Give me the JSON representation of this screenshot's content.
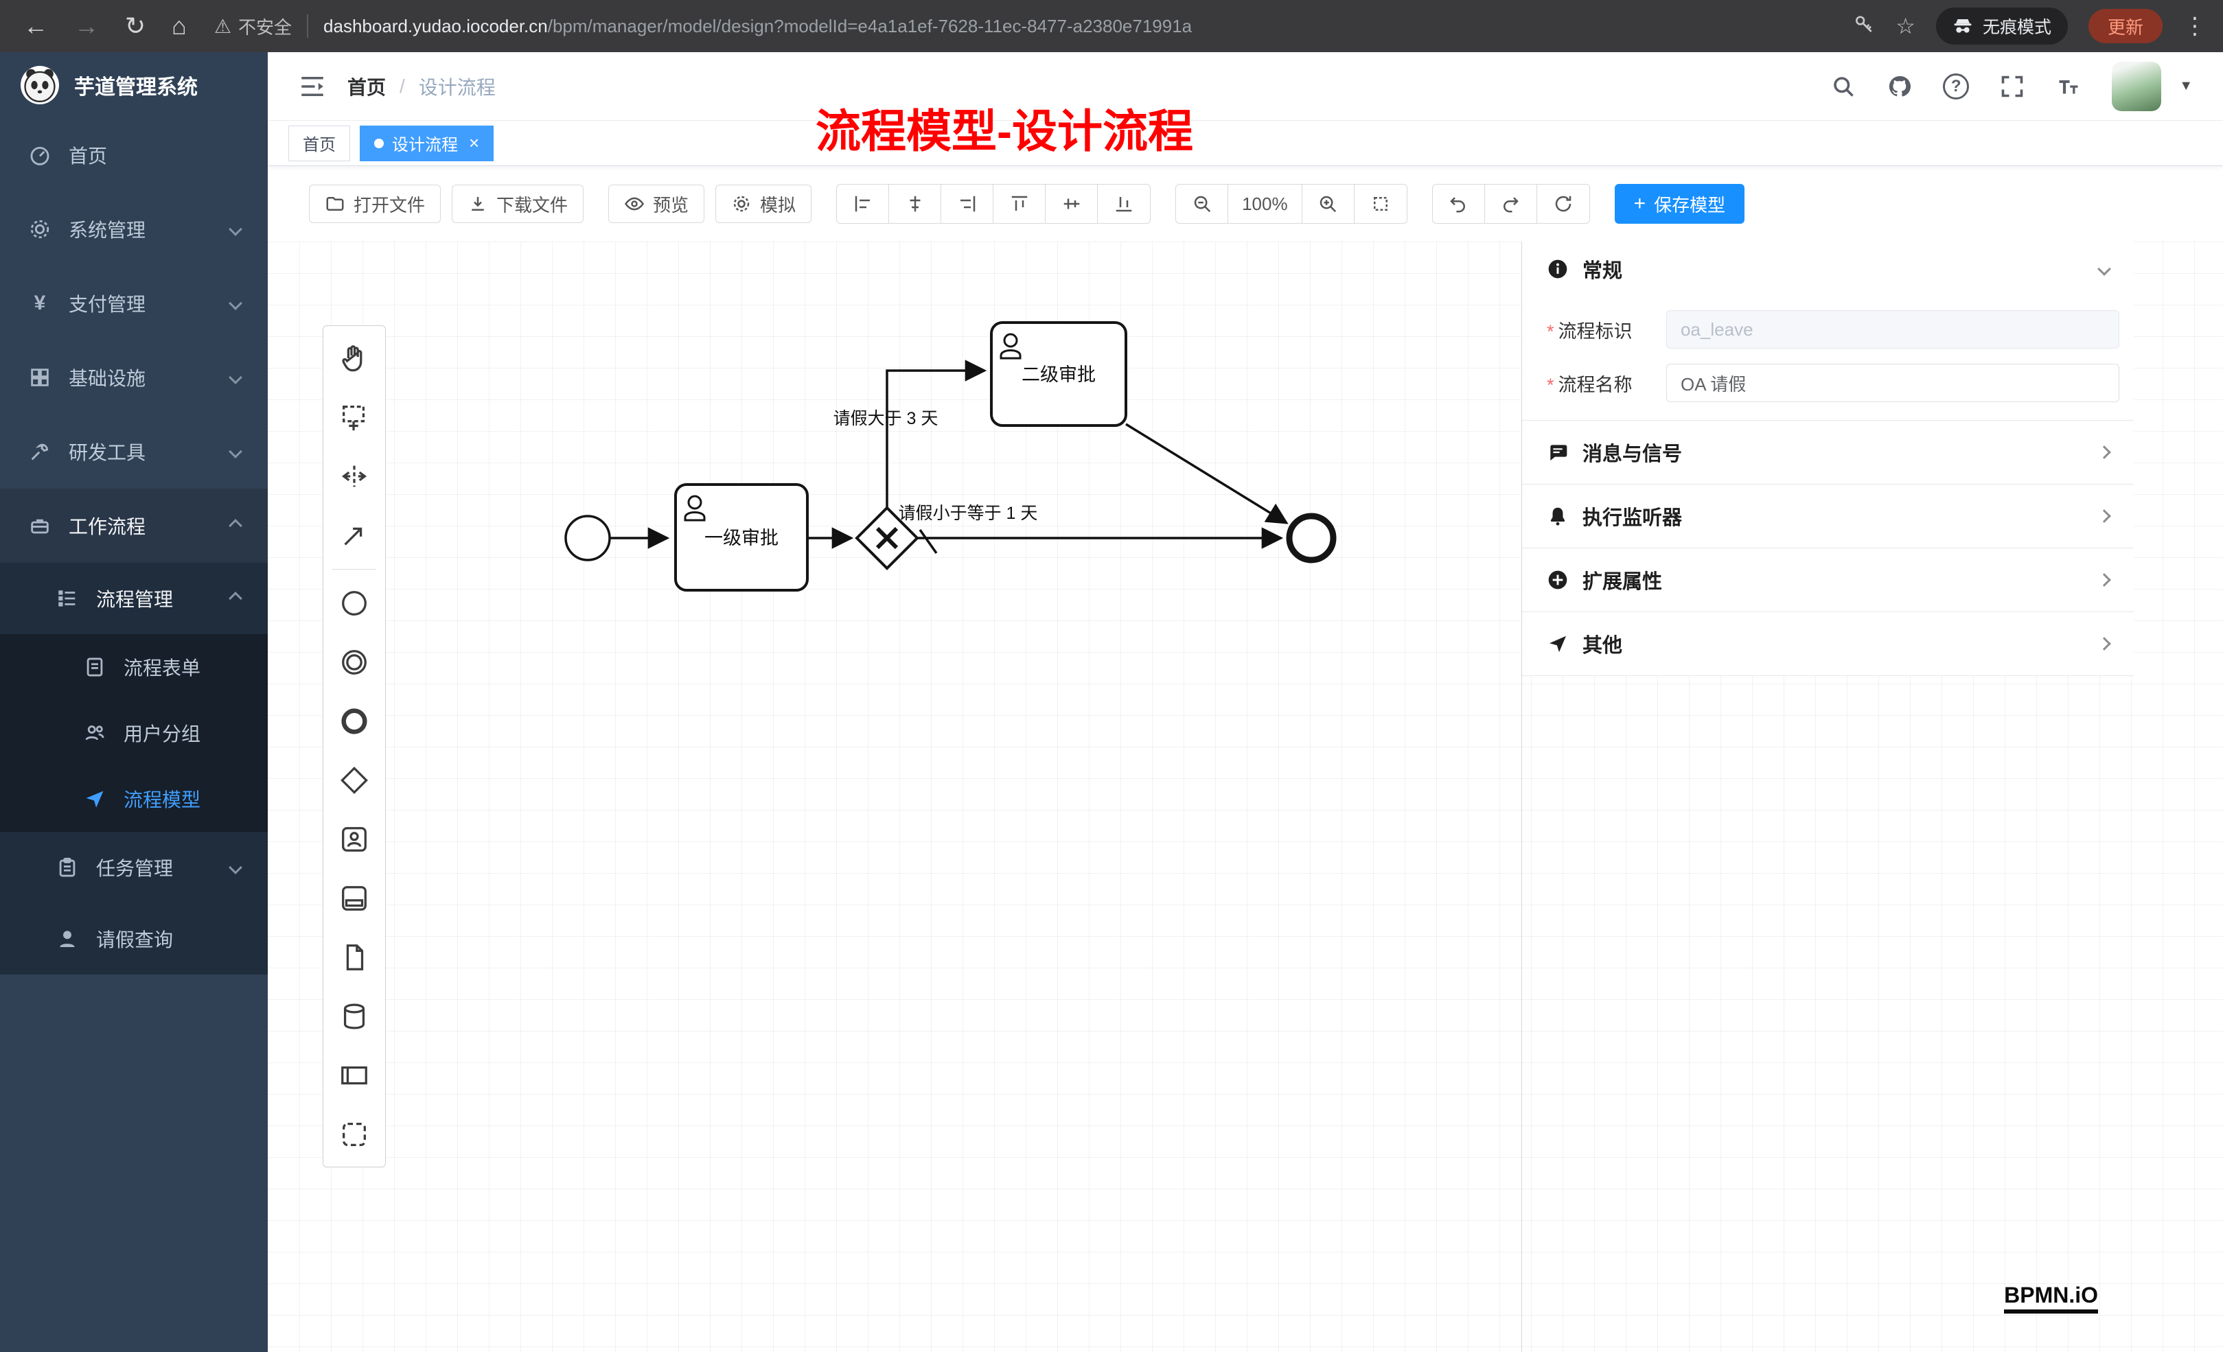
{
  "browser": {
    "security_label": "不安全",
    "url_domain": "dashboard.yudao.iocoder.cn",
    "url_path": "/bpm/manager/model/design?modelId=e4a1a1ef-7628-11ec-8477-a2380e71991a",
    "incognito_label": "无痕模式",
    "update_label": "更新"
  },
  "icons": {
    "back": "←",
    "forward": "→",
    "reload": "↻",
    "home": "⌂",
    "star": "☆",
    "more": "⋮",
    "warning": "⚠",
    "question": "?",
    "caret_down": "▼",
    "close": "×",
    "plus": "+",
    "yen": "¥",
    "required": "*"
  },
  "sidebar": {
    "logo_title": "芋道管理系统",
    "items": [
      {
        "label": "首页"
      },
      {
        "label": "系统管理"
      },
      {
        "label": "支付管理"
      },
      {
        "label": "基础设施"
      },
      {
        "label": "研发工具"
      },
      {
        "label": "工作流程"
      },
      {
        "label": "流程管理"
      },
      {
        "label": "流程表单"
      },
      {
        "label": "用户分组"
      },
      {
        "label": "流程模型"
      },
      {
        "label": "任务管理"
      },
      {
        "label": "请假查询"
      }
    ]
  },
  "navbar": {
    "breadcrumb": [
      "首页",
      "设计流程"
    ],
    "separator": "/"
  },
  "annotation": "流程模型-设计流程",
  "tabs": [
    {
      "label": "首页"
    },
    {
      "label": "设计流程"
    }
  ],
  "toolbar": {
    "open": "打开文件",
    "download": "下载文件",
    "preview": "预览",
    "simulate": "模拟",
    "zoom": "100%",
    "save": "保存模型"
  },
  "diagram": {
    "task1": "一级审批",
    "task2": "二级审批",
    "flow_gt": "请假大于 3 天",
    "flow_le": "请假小于等于 1 天"
  },
  "panel": {
    "general": {
      "title": "常规",
      "fields": [
        {
          "label": "流程标识",
          "value": "oa_leave",
          "disabled": true
        },
        {
          "label": "流程名称",
          "value": "OA 请假",
          "disabled": false
        }
      ]
    },
    "sections": [
      {
        "title": "消息与信号"
      },
      {
        "title": "执行监听器"
      },
      {
        "title": "扩展属性"
      },
      {
        "title": "其他"
      }
    ]
  },
  "watermark": "BPMN.iO",
  "colors": {
    "accent": "#409eff",
    "save_button": "#1890ff",
    "sidebar_bg": "#304156",
    "submenu_bg": "#1f2d3d",
    "annotation": "#ff0000",
    "active_tab": "#409eff"
  }
}
